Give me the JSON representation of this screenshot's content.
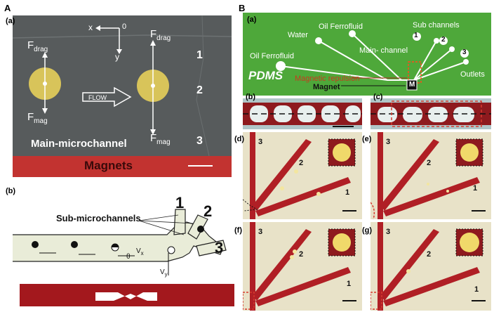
{
  "panelA": {
    "letter": "A",
    "a": {
      "label": "(a)",
      "coords": {
        "x": "x",
        "zero": "0",
        "y": "y"
      },
      "left_drop": {
        "fdrag": "F",
        "fdrag_sub": "drag",
        "fmag": "F",
        "fmag_sub": "mag"
      },
      "right_drop": {
        "fdrag": "F",
        "fdrag_sub": "drag",
        "fmag": "F",
        "fmag_sub": "mag"
      },
      "flow": "FLOW",
      "channels": [
        "1",
        "2",
        "3"
      ],
      "main_label": "Main-microchannel",
      "magnets": "Magnets"
    },
    "b": {
      "label": "(b)",
      "sub_label": "Sub-microchannels",
      "channels": [
        "1",
        "2",
        "3"
      ],
      "vx": "V",
      "vx_sub": "x",
      "vy": "V",
      "vy_sub": "y",
      "theta": "θ"
    }
  },
  "panelB": {
    "letter": "B",
    "a": {
      "label": "(a)",
      "water": "Water",
      "oil_top": "Oil Ferrofluid",
      "oil_left": "Oil Ferrofluid",
      "main_channel": "Main- channel",
      "sub_channels": "Sub channels",
      "sub_numbers": [
        "1",
        "2",
        "3"
      ],
      "outlets": "Outlets",
      "pdms": "PDMS",
      "repulsion": "Magnetic repulsion",
      "magnet": "Magnet",
      "m_box": "M"
    },
    "b": {
      "label": "(b)"
    },
    "c": {
      "label": "(c)"
    },
    "d": {
      "label": "(d)",
      "nums": [
        "3",
        "2",
        "1"
      ]
    },
    "e": {
      "label": "(e)",
      "nums": [
        "3",
        "2",
        "1"
      ]
    },
    "f": {
      "label": "(f)",
      "nums": [
        "3",
        "2",
        "1"
      ]
    },
    "g": {
      "label": "(g)",
      "nums": [
        "3",
        "2",
        "1"
      ]
    }
  },
  "colors": {
    "microchannel_gray": "#555a5b",
    "magnet_red": "#c23330",
    "droplet_yellow": "#d8c45a",
    "pdms_green": "#4ea83a",
    "channel_red": "#b01f25",
    "chip_bg": "#e8e2c8"
  }
}
